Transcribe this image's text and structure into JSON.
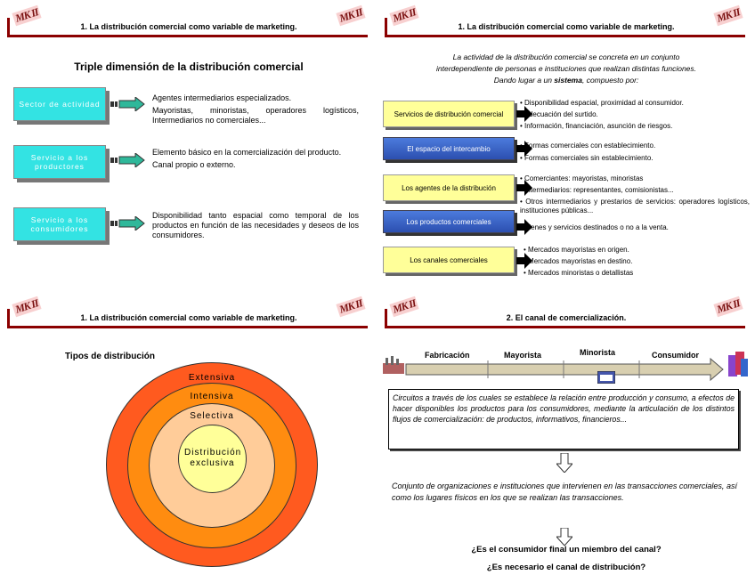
{
  "logo": "MK II",
  "slide1": {
    "header": "1. La distribución comercial como variable de marketing.",
    "title": "Triple dimensión de la distribución comercial",
    "rows": [
      {
        "box": "Sector de actividad",
        "lines": [
          "Agentes intermediarios especializados.",
          "Mayoristas, minoristas, operadores logísticos, Intermediarios no comerciales..."
        ]
      },
      {
        "box": "Servicio a los productores",
        "lines": [
          "Elemento básico en la comercialización del producto.",
          "Canal propio o externo."
        ]
      },
      {
        "box": "Servicio a los consumidores",
        "lines": [
          "Disponibilidad tanto espacial como temporal de los productos en función de las necesidades y deseos de los consumidores."
        ]
      }
    ]
  },
  "slide2": {
    "header": "1. La distribución comercial como variable de marketing.",
    "intro_line1": "La actividad de la distribución comercial se concreta en un conjunto",
    "intro_line2": "interdependiente de personas e instituciones que realizan distintas funciones.",
    "intro_line3a": "Dando lugar a un ",
    "intro_line3b": "sistema",
    "intro_line3c": ", compuesto por:",
    "rows": [
      {
        "box": "Servicios de distribución comercial",
        "style": "yellow",
        "bullets": [
          "• Disponibilidad espacial, proximidad al consumidor.",
          "• Adecuación del surtido.",
          "• Información, financiación, asunción de riesgos."
        ]
      },
      {
        "box": "El espacio del intercambio",
        "style": "blue",
        "bullets": [
          "• Formas comerciales con establecimiento.",
          "• Formas comerciales sin establecimiento."
        ]
      },
      {
        "box": "Los agentes de la distribución",
        "style": "yellow",
        "bullets": [
          "• Comerciantes: mayoristas, minoristas",
          "• Intermediarios: representantes, comisionistas...",
          "• Otros intermediarios y prestarios de servicios: operadores logísticos, instituciones públicas..."
        ]
      },
      {
        "box": "Los productos comerciales",
        "style": "blue",
        "bullets": [
          "• Bienes y servicios destinados o no a la venta."
        ]
      },
      {
        "box": "Los canales comerciales",
        "style": "yellow",
        "bullets": [
          "• Mercados mayoristas en origen.",
          "• Mercados mayoristas en destino.",
          "• Mercados minoristas o detallistas"
        ]
      }
    ]
  },
  "slide3": {
    "header": "1. La distribución comercial como variable de marketing.",
    "title": "Tipos de distribución",
    "rings": [
      "Extensiva",
      "Intensiva",
      "Selectiva",
      "Distribución exclusiva"
    ],
    "colors": [
      "#ff5a1f",
      "#ff8c10",
      "#ffcc99",
      "#ffff99"
    ]
  },
  "slide4": {
    "header": "2. El canal de comercialización.",
    "stages": [
      "Fabricación",
      "Mayorista",
      "Minorista",
      "Consumidor"
    ],
    "para1": "Circuitos a través de los cuales se establece la relación entre producción y consumo, a efectos de hacer disponibles los productos para los consumidores, mediante la articulación de los distintos flujos de comercialización: de productos, informativos, financieros...",
    "para2": "Conjunto de organizaciones e instituciones que intervienen en las transacciones comerciales, así como los lugares físicos en los que se realizan las transacciones.",
    "q1": "¿Es el consumidor final un miembro del canal?",
    "q2": "¿Es necesario el canal de distribución?"
  }
}
